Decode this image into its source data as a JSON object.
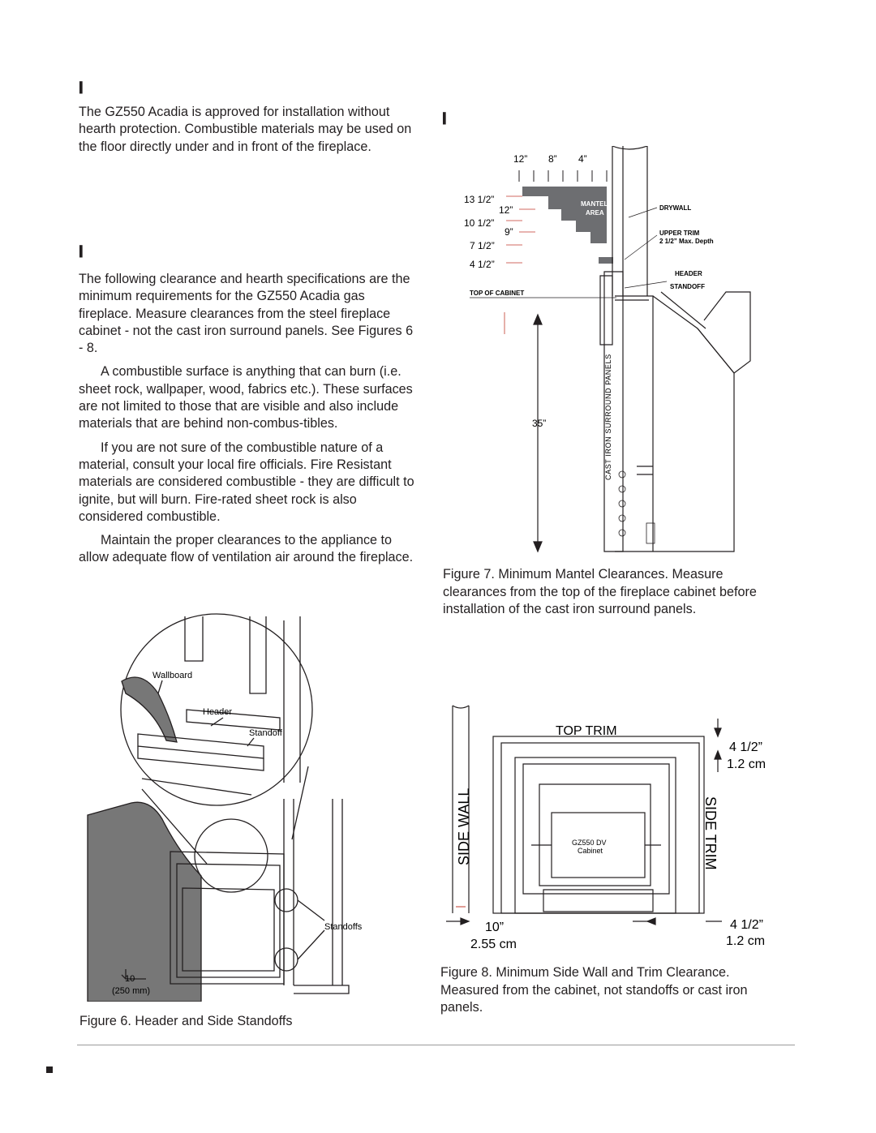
{
  "left_column": {
    "heading_glyph": "▮",
    "para_intro": "The GZ550 Acadia is approved for installation without hearth protection. Combustible materials may be used on the floor directly under and in front of the fireplace.",
    "subheading_glyph": "▮",
    "para_1": "The following clearance and hearth specifications are the minimum requirements for the GZ550 Acadia gas fireplace.  Measure clearances from the steel fireplace cabinet - not the cast iron surround panels. See Figures 6 - 8.",
    "para_2": "A combustible surface is anything that can burn (i.e. sheet rock, wallpaper, wood, fabrics etc.). These surfaces are not limited to those that are visible and also include materials that are behind non-combus-tibles.",
    "para_3": "If you are not sure of the combustible nature of a material, consult your local fire officials.   Fire Resistant  materials are considered combustible - they are difficult to ignite,  but will burn.  Fire-rated  sheet rock is also considered combustible.",
    "para_4": "Maintain the proper clearances to the appliance to allow adequate flow of ventilation air around the fireplace."
  },
  "figure6": {
    "labels": {
      "wallboard": "Wallboard",
      "header": "Header",
      "standoff": "Standoff",
      "standoffs": "Standoffs",
      "dim_value": "10",
      "dim_mm": "(250 mm)"
    },
    "caption": "Figure 6. Header and Side Standoffs"
  },
  "figure7": {
    "heading_glyph": "▮",
    "top_dims": [
      "12”",
      "8”",
      "4”"
    ],
    "left_dims": [
      "13 1/2”",
      "12”",
      "10 1/2”",
      "9”",
      "7 1/2”",
      "4 1/2”"
    ],
    "mantel_area": [
      "MANTEL",
      "AREA"
    ],
    "drywall": "DRYWALL",
    "upper_trim": "UPPER TRIM",
    "upper_trim_depth": "2 1/2” Max. Depth",
    "header": "HEADER",
    "standoff": "STANDOFF",
    "top_of_cabinet": "TOP OF CABINET",
    "panels_label": "CAST IRON SURROUND PANELS",
    "height_dim": "35”",
    "caption": "Figure 7. Minimum Mantel Clearances. Measure clearances from the top of the fireplace cabinet before installation of the cast iron surround panels."
  },
  "figure8": {
    "top_trim": "TOP TRIM",
    "side_wall": "SIDE WALL",
    "side_trim": "SIDE TRIM",
    "top_dim_in": "4 1/2”",
    "top_dim_cm": "1.2 cm",
    "wall_dim_in": "10”",
    "wall_dim_cm": "2.55 cm",
    "trim_dim_in": "4 1/2”",
    "trim_dim_cm": "1.2 cm",
    "cabinet_line1": "GZ550 DV",
    "cabinet_line2": "Cabinet",
    "caption": "Figure 8.  Minimum Side Wall and Trim Clearance. Measured from the cabinet, not standoffs or cast iron panels."
  }
}
